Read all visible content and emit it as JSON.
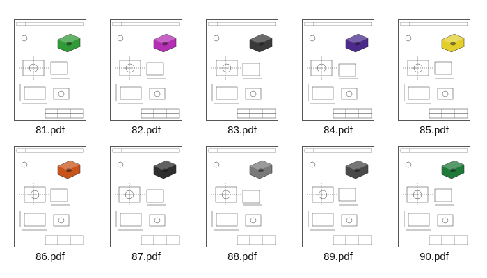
{
  "thumbnails": [
    {
      "filename": "81.pdf",
      "part_color": "#2f9a36"
    },
    {
      "filename": "82.pdf",
      "part_color": "#b42fb4"
    },
    {
      "filename": "83.pdf",
      "part_color": "#3a3a3a"
    },
    {
      "filename": "84.pdf",
      "part_color": "#4b2a8c"
    },
    {
      "filename": "85.pdf",
      "part_color": "#e2cf2a"
    },
    {
      "filename": "86.pdf",
      "part_color": "#c9541b"
    },
    {
      "filename": "87.pdf",
      "part_color": "#2e2e2e"
    },
    {
      "filename": "88.pdf",
      "part_color": "#7a7a7a"
    },
    {
      "filename": "89.pdf",
      "part_color": "#4a4a4a"
    },
    {
      "filename": "90.pdf",
      "part_color": "#1f7a3a"
    }
  ]
}
